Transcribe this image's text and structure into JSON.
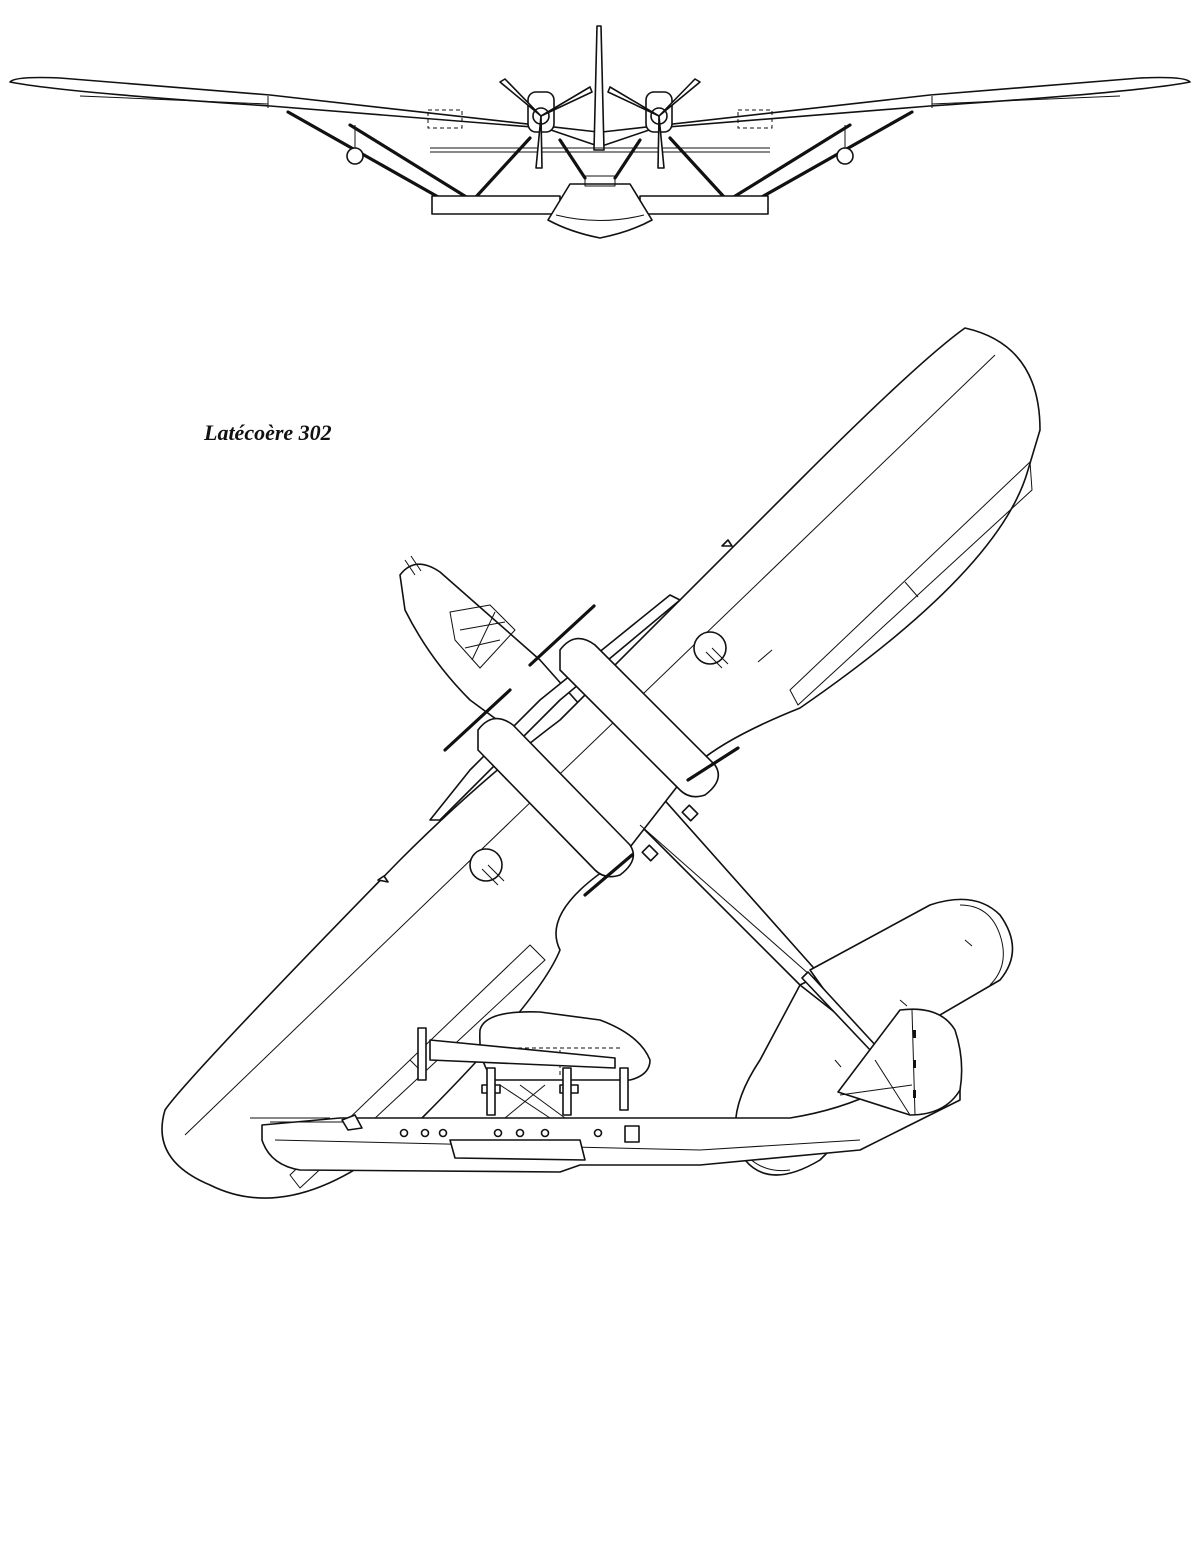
{
  "drawing": {
    "title": "Latécoère 302",
    "views": [
      "front-view",
      "plan-view",
      "side-view"
    ],
    "line_color": "#111111",
    "background_color": "#ffffff"
  }
}
